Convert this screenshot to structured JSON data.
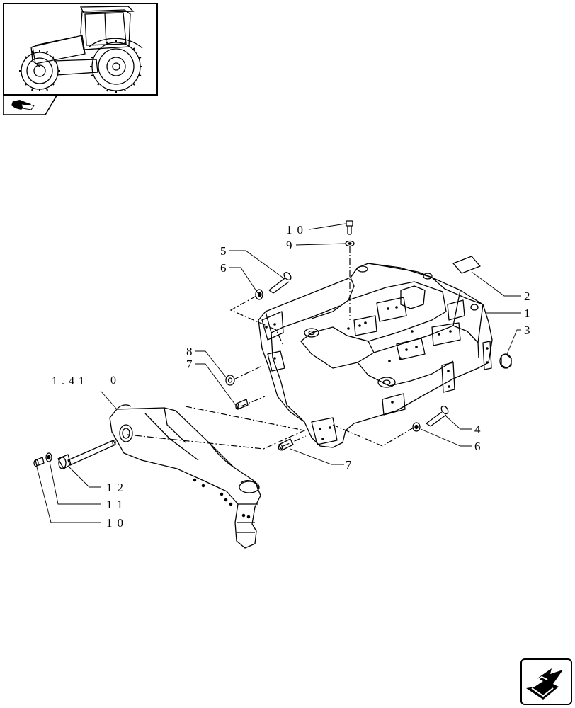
{
  "diagram": {
    "reference": {
      "left_text": "1.41",
      "right_text": "0"
    },
    "callouts": {
      "c10_top": "10",
      "c9": "9",
      "c5": "5",
      "c6_left": "6",
      "c8": "8",
      "c7_left": "7",
      "c2": "2",
      "c1": "1",
      "c3": "3",
      "c4": "4",
      "c6_right": "6",
      "c7_bottom": "7",
      "c12": "12",
      "c11": "11",
      "c10_bottom": "10"
    }
  },
  "icons": {
    "thumbnail": "tractor-thumbnail-icon",
    "section": "section-nav-icon",
    "next": "next-page-arrow-icon"
  }
}
